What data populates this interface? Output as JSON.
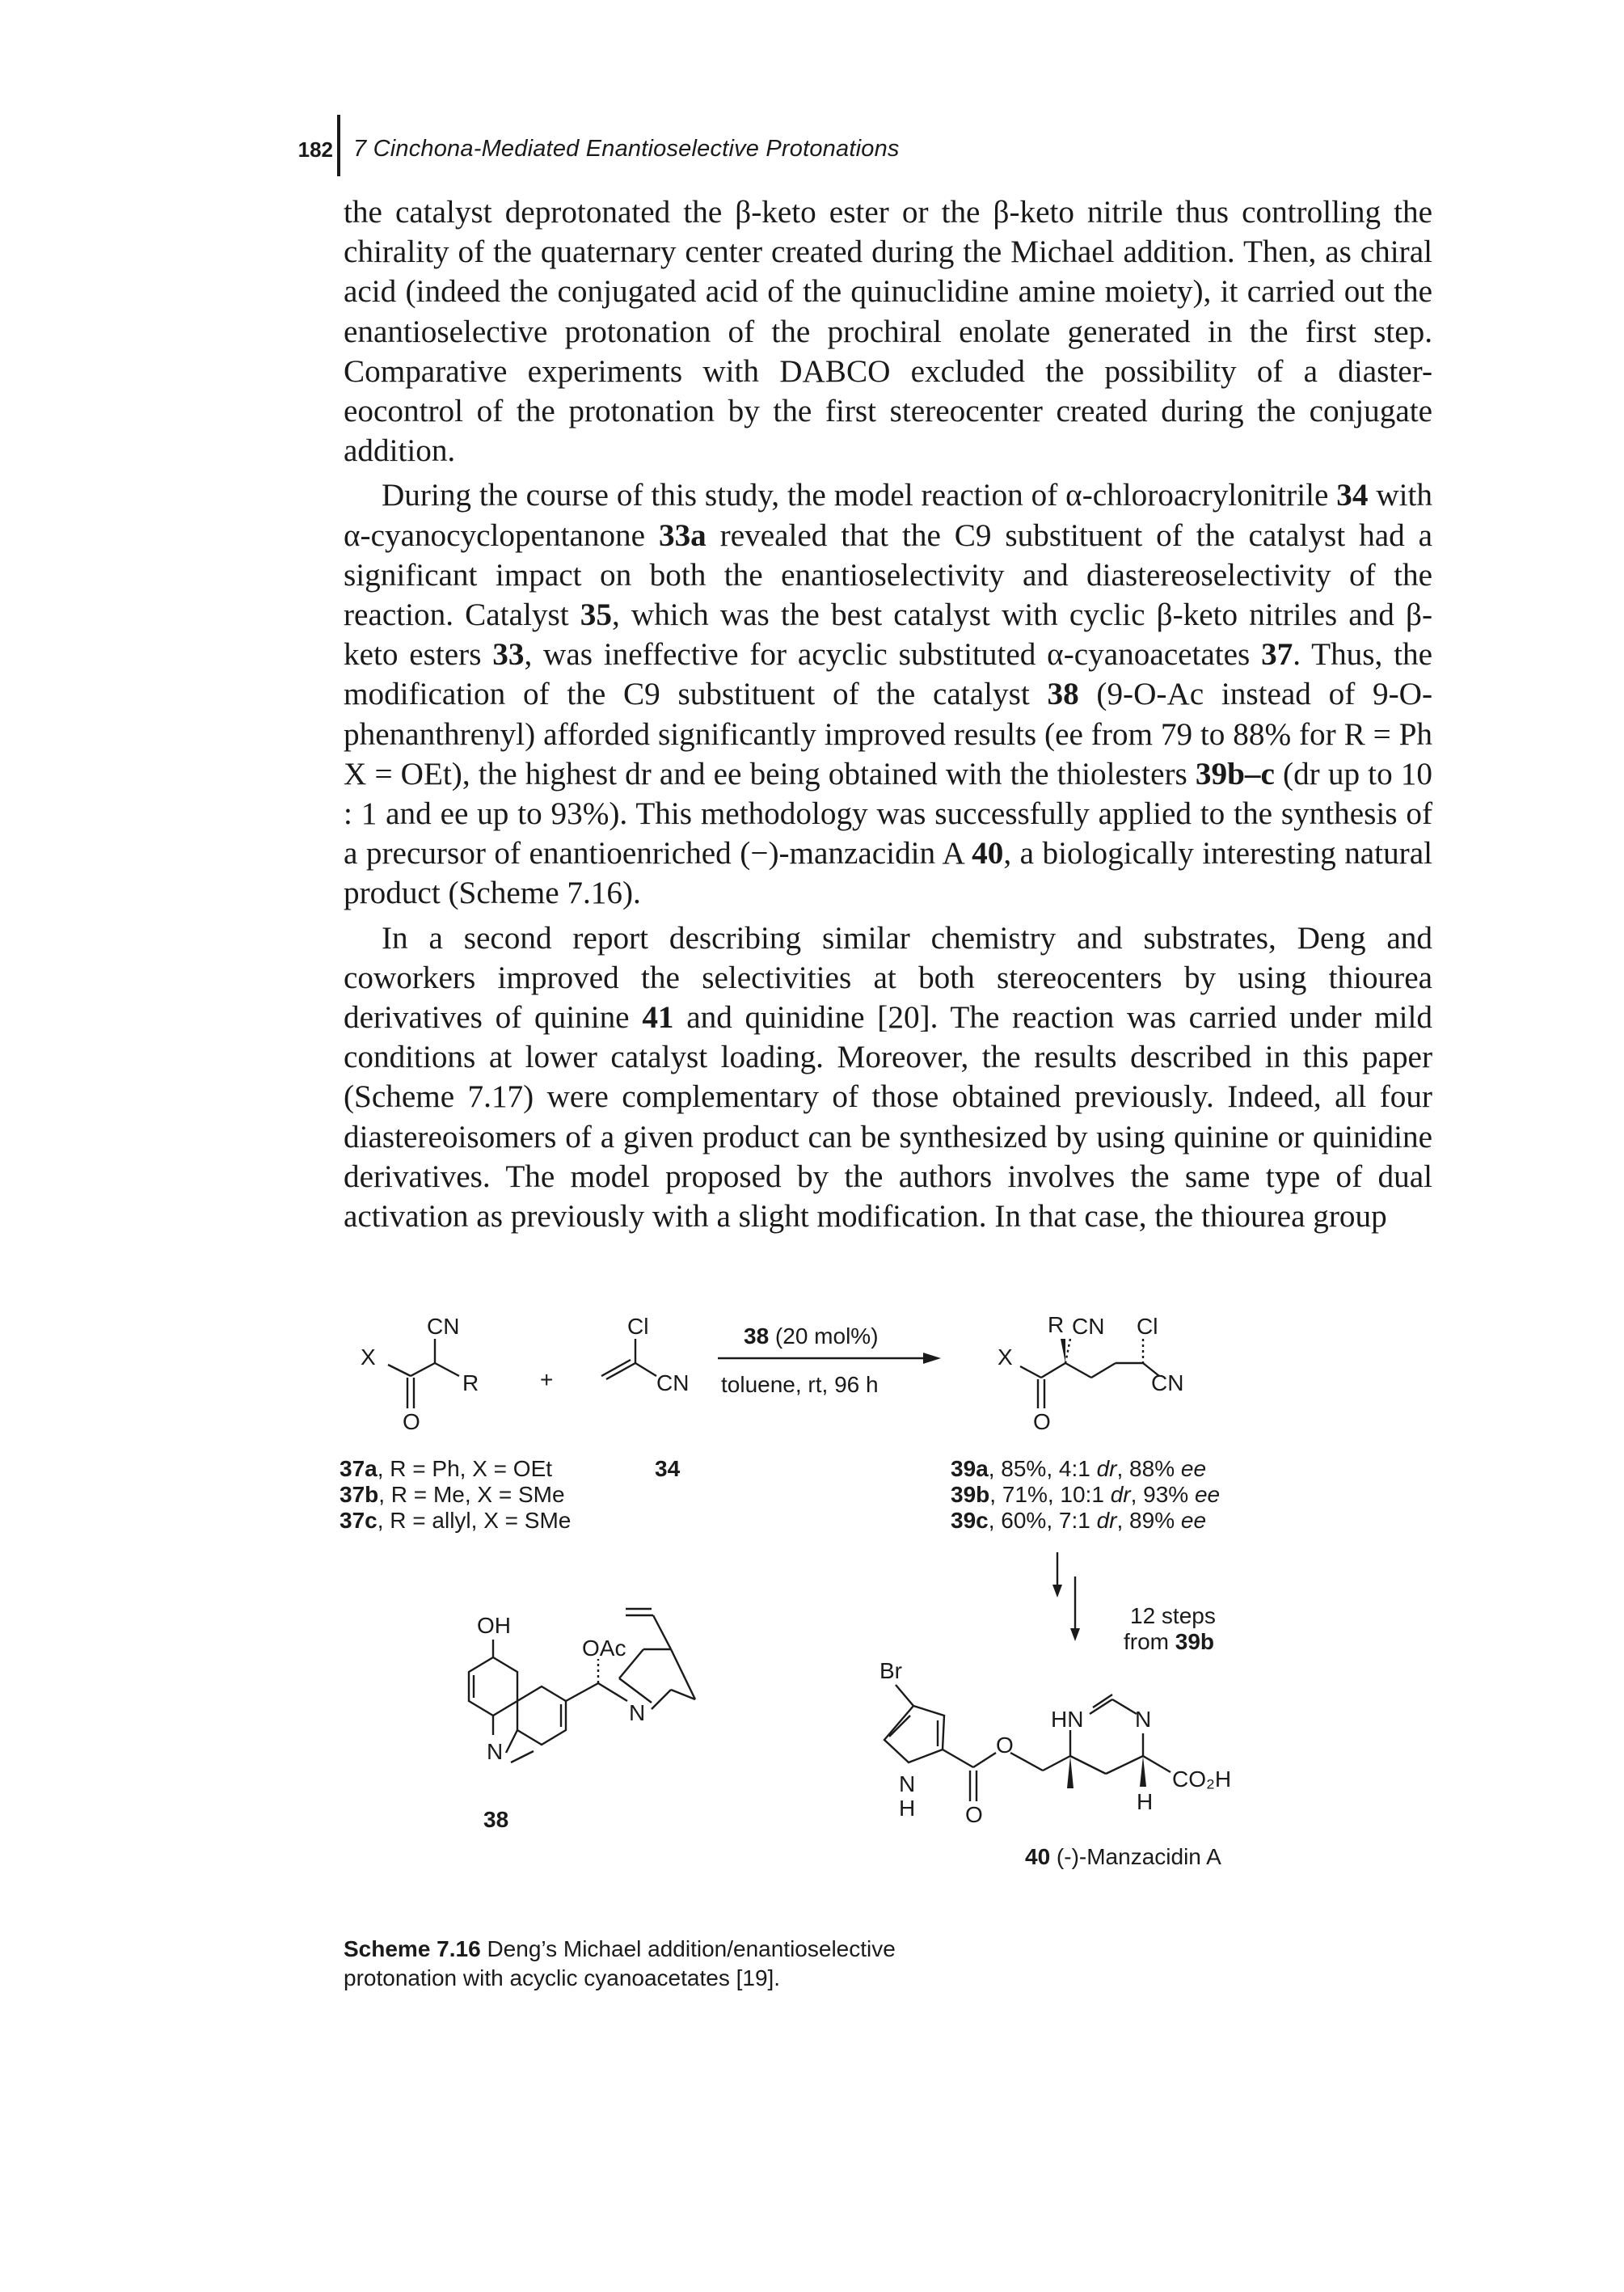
{
  "header": {
    "page_number": "182",
    "running_title": "7 Cinchona-Mediated Enantioselective Protonations"
  },
  "body": {
    "p1_a": "the catalyst deprotonated the β-keto ester or the β-keto nitrile thus controlling the chirality of the quaternary center created during the Michael addition. Then, as chiral acid (indeed the conjugated acid of the quinuclidine amine moiety), it carried out the enantioselective protonation of the prochiral enolate generated in the first step. Comparative experiments with DABCO excluded the possibility of a diaster-eocontrol of the protonation by the first stereocenter created during the conjugate addition.",
    "p2_a": "During the course of this study, the model reaction of α-chloroacrylonitrile ",
    "p2_b": "34",
    "p2_c": " with α-cyanocyclopentanone ",
    "p2_d": "33a",
    "p2_e": " revealed that the C9 substituent of the catalyst had a significant impact on both the enantioselectivity and diastereoselectivity of the reaction. Catalyst ",
    "p2_f": "35",
    "p2_g": ", which was the best catalyst with cyclic β-keto nitriles and β-keto esters ",
    "p2_h": "33",
    "p2_i": ", was ineffective for acyclic substituted α-cyanoacetates ",
    "p2_j": "37",
    "p2_k": ". Thus, the modification of the C9 substituent of the catalyst ",
    "p2_l": "38",
    "p2_m": " (9-O-Ac instead of 9-O-phenanthrenyl) afforded significantly improved results (ee from 79 to 88% for R = Ph X = OEt), the highest dr and ee being obtained with the thiolesters ",
    "p2_n": "39b–c",
    "p2_o": " (dr up to 10 : 1 and ee up to 93%). This methodology was successfully applied to the synthesis of a precursor of enantioenriched (−)-manzacidin A ",
    "p2_p": "40",
    "p2_q": ", a biologically interesting natural product (Scheme 7.16).",
    "p3_a": "In a second report describing similar chemistry and substrates, Deng and coworkers improved the selectivities at both stereocenters by using thiourea derivatives of quinine ",
    "p3_b": "41",
    "p3_c": " and quinidine [20]. The reaction was carried under mild conditions at lower catalyst loading. Moreover, the results described in this paper (Scheme 7.17) were complementary of those obtained previously. Indeed, all four diastereoisomers of a given product can be synthesized by using quinine or quinidine derivatives. The model proposed by the authors involves the same type of dual activation as previously with a slight modification. In that case, the thiourea group"
  },
  "scheme": {
    "reagent_cn": "CN",
    "reagent_x": "X",
    "reagent_r": "R",
    "reagent_o": "O",
    "plus": "+",
    "acr_cl": "Cl",
    "acr_cn": "CN",
    "arrow_top_num": "38",
    "arrow_top_rest": " (20 mol%)",
    "arrow_bottom": "toluene, rt, 96 h",
    "prod_r": "R",
    "prod_cn": "CN",
    "prod_cl": "Cl",
    "prod_x": "X",
    "prod_cn2": "CN",
    "prod_o": "O",
    "sub_37a_id": "37a",
    "sub_37a_rest": ", R = Ph, X = OEt",
    "sub_34": "34",
    "sub_37b_id": "37b",
    "sub_37b_rest": ", R = Me, X = SMe",
    "sub_37c_id": "37c",
    "sub_37c_rest": ", R = allyl, X = SMe",
    "p39a_id": "39a",
    "p39a_a": ", 85%, 4:1 ",
    "p39a_dr": "dr",
    "p39a_b": ", 88% ",
    "p39a_ee": "ee",
    "p39b_id": "39b",
    "p39b_a": ", 71%, 10:1 ",
    "p39b_dr": "dr",
    "p39b_b": ", 93% ",
    "p39b_ee": "ee",
    "p39c_id": "39c",
    "p39c_a": ", 60%, 7:1 ",
    "p39c_dr": "dr",
    "p39c_b": ", 89% ",
    "p39c_ee": "ee",
    "steps_line1": "12 steps",
    "steps_line2_a": "from ",
    "steps_line2_b": "39b",
    "cat_oh": "OH",
    "cat_oac": "OAc",
    "cat_n1": "N",
    "cat_n2": "N",
    "cat_label": "38",
    "manz_br": "Br",
    "manz_nh_n": "N",
    "manz_nh_h": "H",
    "manz_o_ester": "O",
    "manz_o_carbonyl": "O",
    "manz_hn": "HN",
    "manz_n": "N",
    "manz_h": "H",
    "manz_co2h": "CO₂H",
    "manz_label_num": "40",
    "manz_label_rest": " (-)-Manzacidin A"
  },
  "caption": {
    "label": "Scheme 7.16",
    "text": " Deng’s Michael addition/enantioselective protonation with acyclic cyanoacetates [19]."
  }
}
